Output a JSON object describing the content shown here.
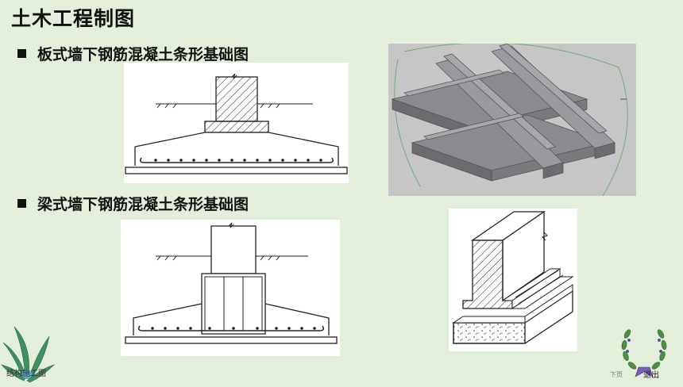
{
  "slide": {
    "title": "土木工程制图",
    "bullet1": "板式墙下钢筋混凝土条形基础图",
    "bullet2": "梁式墙下钢筋混凝土条形基础图"
  },
  "footer": {
    "left_text": "结构施工图",
    "next_label": "下页",
    "exit_label": "退出"
  },
  "colors": {
    "background": "#e3eedb",
    "render_gray": "#c6c6c6",
    "leaf_green": "#3f8f63"
  }
}
